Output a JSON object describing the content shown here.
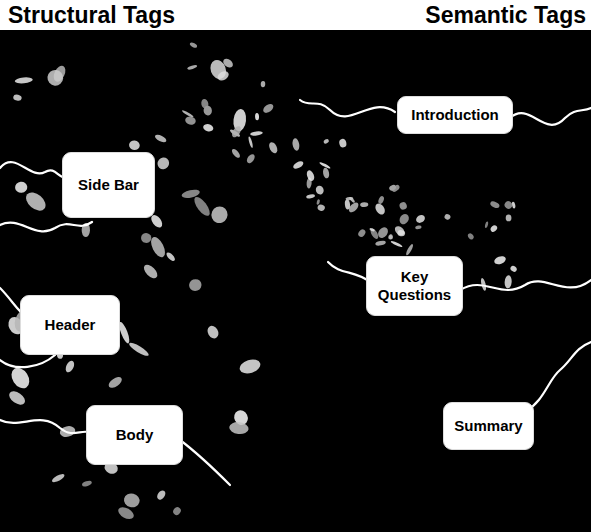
{
  "diagram": {
    "nodes": [
      {
        "text": [
          "Side Bar"
        ]
      },
      {
        "text": [
          "Header"
        ]
      },
      {
        "text": [
          "Body"
        ]
      },
      {
        "text": [
          "Introduction"
        ]
      },
      {
        "text": [
          "Key Questions"
        ]
      },
      {
        "text": [
          "Summary"
        ]
      }
    ],
    "labels": [
      "Structural Tags",
      "Semantic Tags"
    ]
  }
}
